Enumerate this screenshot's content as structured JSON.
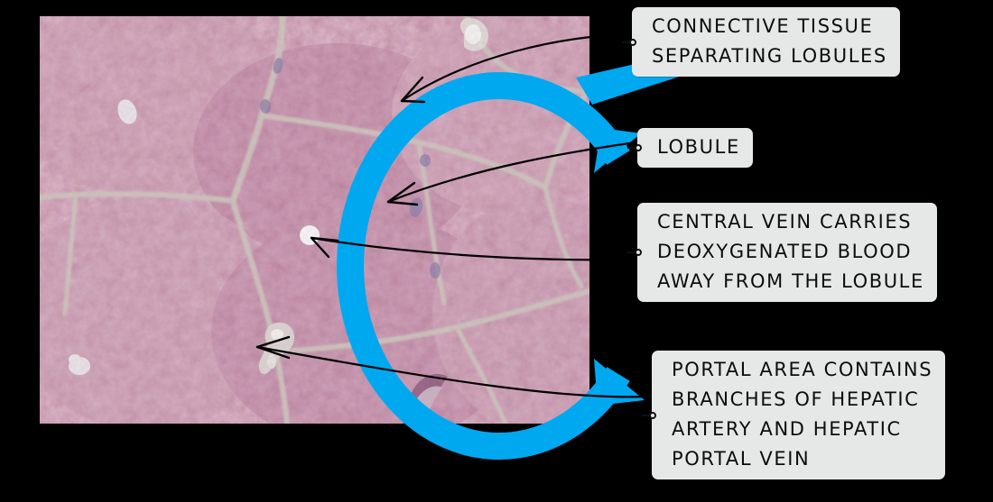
{
  "figure": {
    "subject": "liver-histology-micrograph",
    "background_color": "#000000",
    "accent_color": "#00a8f0",
    "label_box_color": "#e6e7e7",
    "label_text_color": "#0d0d0d",
    "leader_line_color": "#000000"
  },
  "micrograph": {
    "alt_name": "liver-lobule-light-micrograph",
    "base_color": "#b0718f",
    "tone_colors": [
      "#b5748f",
      "#c08fa6",
      "#a2648a",
      "#d7b0bd",
      "#8f5378",
      "#e3cfc4",
      "#cdb9a8",
      "#9a7f9e"
    ],
    "septa_color": "#c8c3bb",
    "vein_color": "#f2f2f2"
  },
  "callouts": [
    {
      "id": "connective",
      "name": "connective-tissue-label",
      "lines": [
        "CONNECTIVE TISSUE",
        "SEPARATING LOBULES"
      ],
      "target": "interlobular septum"
    },
    {
      "id": "lobule",
      "name": "lobule-label",
      "lines": [
        "LOBULE"
      ],
      "target": "hepatic lobule"
    },
    {
      "id": "central",
      "name": "central-vein-label",
      "lines": [
        "CENTRAL VEIN CARRIES",
        "DEOXYGENATED BLOOD",
        "AWAY FROM THE LOBULE"
      ],
      "target": "central vein"
    },
    {
      "id": "portal",
      "name": "portal-area-label",
      "lines": [
        "PORTAL AREA CONTAINS",
        "BRANCHES OF HEPATIC",
        "ARTERY AND HEPATIC",
        "PORTAL VEIN"
      ],
      "target": "portal triad"
    }
  ]
}
